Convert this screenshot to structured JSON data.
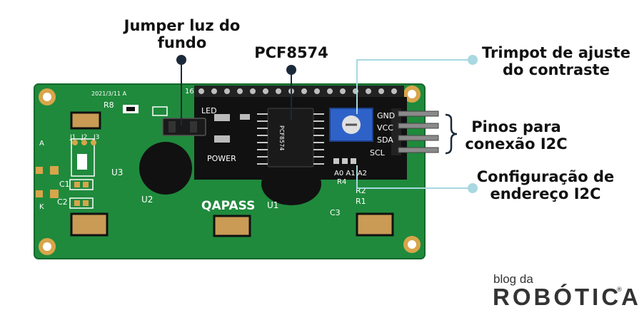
{
  "labels": {
    "jumper": [
      "Jumper luz do",
      "fundo"
    ],
    "chip": "PCF8574",
    "trimpot": [
      "Trimpot de ajuste",
      "do contraste"
    ],
    "pins": [
      "Pinos para",
      "conexão I2C"
    ],
    "address": [
      "Configuração de",
      "endereço I2C"
    ]
  },
  "board_silk": {
    "date": "2021/3/11 A",
    "r8": "R8",
    "pin16": "16",
    "led": "LED",
    "power": "POWER",
    "pcf_text": "PCF8574",
    "gnd": "GND",
    "vcc": "VCC",
    "sda": "SDA",
    "scl": "SCL",
    "address_pads": "A0 A1 A2",
    "r4": "R4",
    "r2": "R2",
    "r1": "R1",
    "c3": "C3",
    "u3": "U3",
    "u2": "U2",
    "u1": "U1",
    "qapass": "QAPASS",
    "j1": "J1",
    "j2": "J2",
    "j3": "J3",
    "c1": "C1",
    "c2": "C2",
    "a": "A",
    "k": "K"
  },
  "logo": {
    "top": "blog da",
    "main": "ROBÓTICA",
    "reg": "®"
  },
  "colors": {
    "pcb_green": "#1f8a3c",
    "module_black": "#111111",
    "trimpot_blue": "#2f62c8",
    "marker_dark": "#1b2a3a",
    "marker_light": "#a9d8e0"
  }
}
